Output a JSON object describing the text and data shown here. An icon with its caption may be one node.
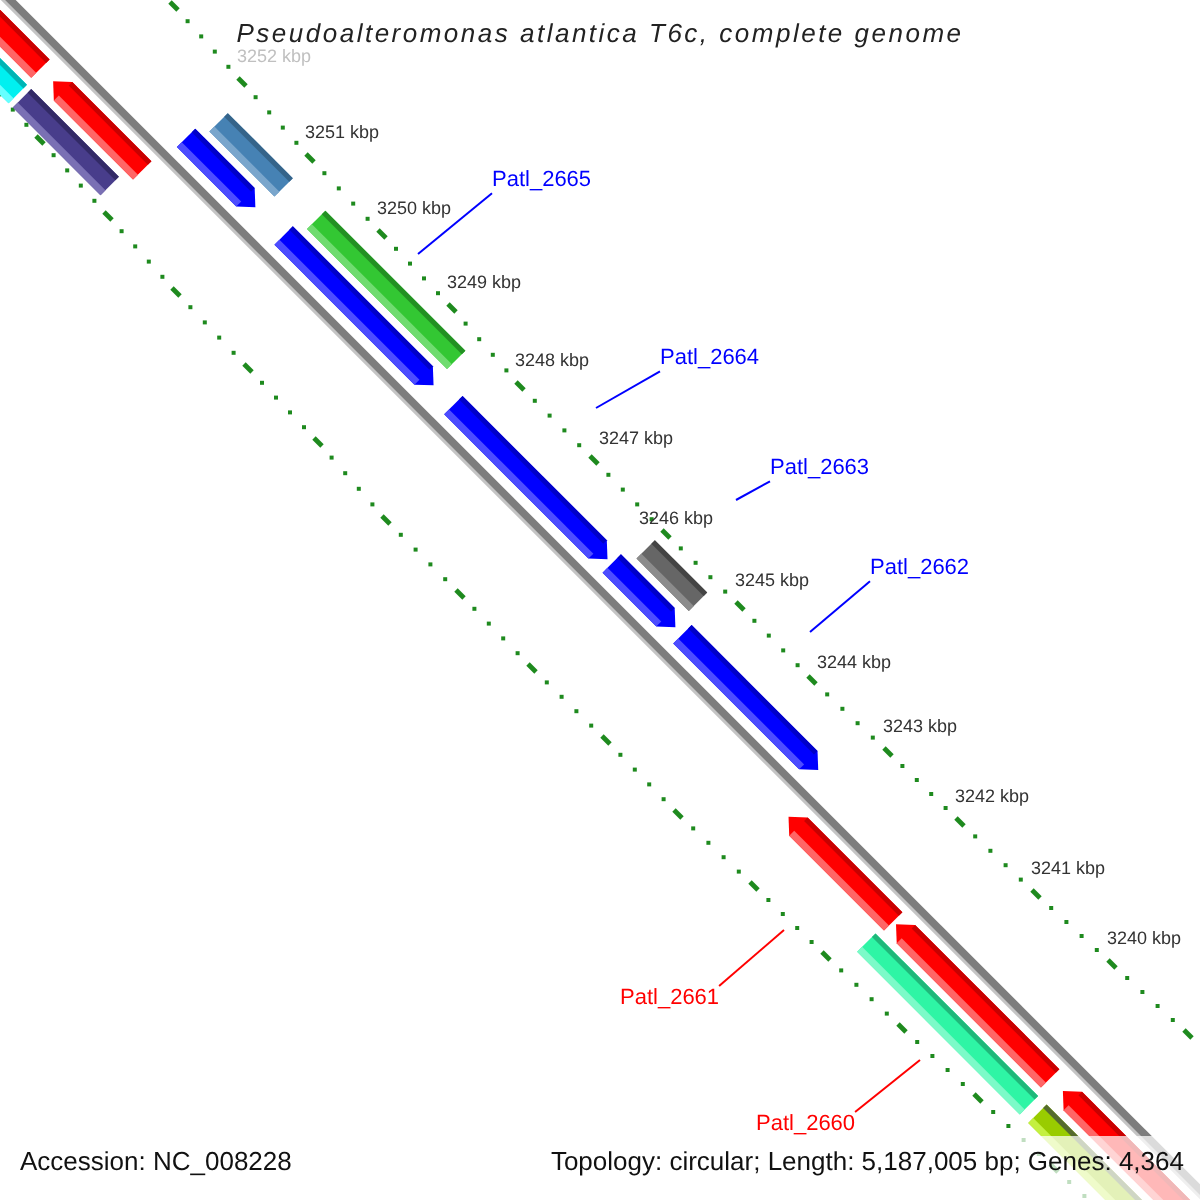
{
  "diagram": {
    "title": "Pseudoalteromonas atlantica T6c, complete genome",
    "nodes": [
      {
        "text": [
          "Patl_2665"
        ]
      },
      {
        "text": [
          "Patl_2664"
        ]
      },
      {
        "text": [
          "Patl_2663"
        ]
      },
      {
        "text": [
          "Patl_2662"
        ]
      },
      {
        "text": [
          "Patl_2661"
        ]
      },
      {
        "text": [
          "Patl_2660"
        ]
      }
    ],
    "edges": [
      {
        "from": 0,
        "to": null,
        "arrow": "none"
      },
      {
        "from": 1,
        "to": null,
        "arrow": "none"
      },
      {
        "from": 2,
        "to": null,
        "arrow": "none"
      },
      {
        "from": 3,
        "to": null,
        "arrow": "none"
      },
      {
        "from": 4,
        "to": null,
        "arrow": "none",
        "color": "#ff0000"
      },
      {
        "from": 5,
        "to": null,
        "arrow": "none",
        "color": "#ff0000"
      }
    ],
    "labels": [
      "3252 kbp",
      "3251 kbp",
      "3250 kbp",
      "3249 kbp",
      "3248 kbp",
      "3247 kbp",
      "3246 kbp",
      "3245 kbp",
      "3244 kbp",
      "3243 kbp",
      "3242 kbp",
      "3241 kbp",
      "3240 kbp",
      "Accession: NC_008228",
      "Topology: circular; Length: 5,187,005 bp; Genes: 4,364"
    ]
  }
}
